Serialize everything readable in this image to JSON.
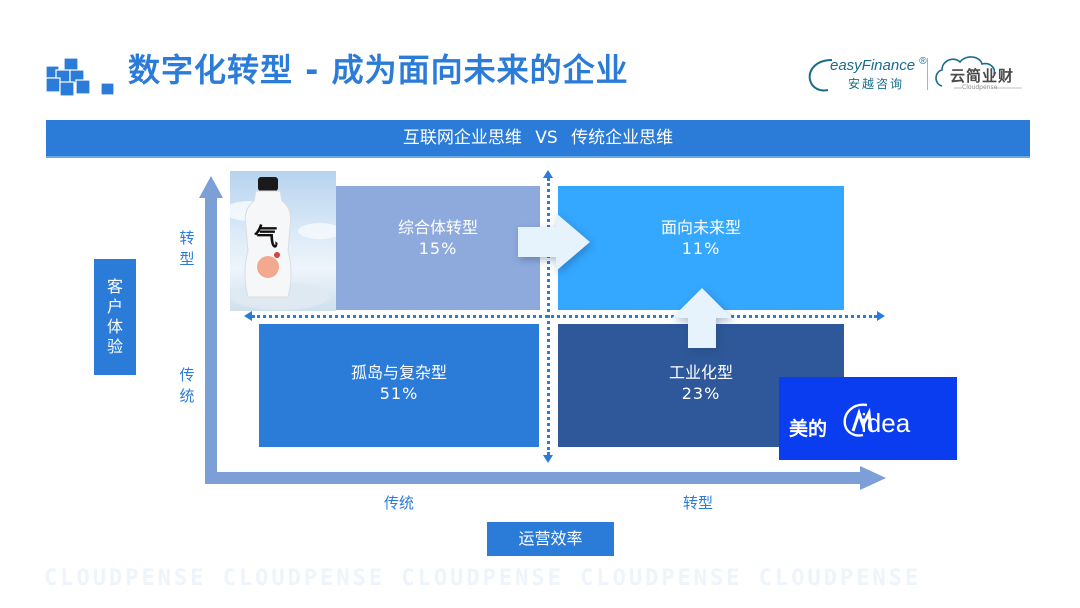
{
  "header": {
    "title": "数字化转型 - 成为面向未来的企业",
    "logo_icon": "cubes-icon",
    "brand1_en": "easyFinance",
    "brand1_reg": "®",
    "brand1_cn": "安越咨询",
    "brand2_cn": "云简业财",
    "brand2_en": "Cloudpense"
  },
  "banner": {
    "text": "互联网企业思维 VS 传统企业思维"
  },
  "matrix": {
    "y_axis": {
      "title": "客户体验",
      "tick_high": "转型",
      "tick_low": "传统"
    },
    "x_axis": {
      "title": "运营效率",
      "tick_low": "传统",
      "tick_high": "转型"
    },
    "quadrants": [
      {
        "id": "top-left",
        "name": "综合体转型",
        "share": "15%",
        "color": "#8eaadd"
      },
      {
        "id": "top-right",
        "name": "面向未来型",
        "share": "11%",
        "color": "#34a7ff"
      },
      {
        "id": "bottom-left",
        "name": "孤岛与复杂型",
        "share": "51%",
        "color": "#2b7bd8"
      },
      {
        "id": "bottom-right",
        "name": "工业化型",
        "share": "23%",
        "color": "#2e5899"
      }
    ],
    "example_brands": {
      "top_left_product_mark": "气",
      "bottom_right_cn": "美的",
      "bottom_right_en": "idea"
    }
  },
  "watermark": {
    "text": "CLOUDPENSE CLOUDPENSE CLOUDPENSE CLOUDPENSE CLOUDPENSE"
  },
  "colors": {
    "primary": "#2b7bd8",
    "axis": "#7b9fd6",
    "midea_blue": "#0a3cf0"
  }
}
